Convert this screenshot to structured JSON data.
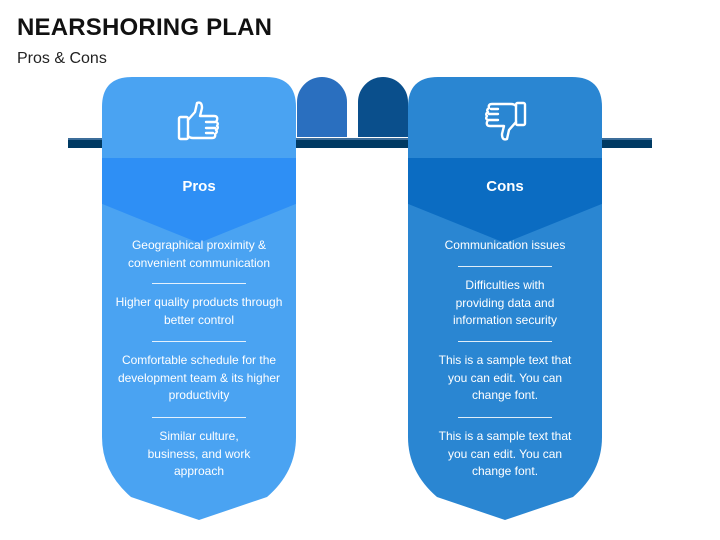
{
  "header": {
    "title": "NEARSHORING PLAN",
    "subtitle": "Pros & Cons"
  },
  "colors": {
    "rod": "#003a63",
    "pros_body": "#4aa3f2",
    "pros_header": "#2e8ff5",
    "pros_fold": "#2a6fbf",
    "cons_body": "#2a86d2",
    "cons_header": "#0b6cc2",
    "cons_fold": "#0a4f8c",
    "text": "#ffffff"
  },
  "pros": {
    "icon": "thumbs-up-icon",
    "label": "Pros",
    "items": [
      "Geographical proximity & convenient communication",
      "Higher quality products through better control",
      "Comfortable schedule for the development team & its higher productivity",
      "Similar culture, business, and work approach"
    ]
  },
  "cons": {
    "icon": "thumbs-down-icon",
    "label": "Cons",
    "items": [
      "Communication issues",
      "Difficulties with providing data and information security",
      "This is a sample text that you can edit. You can change font.",
      "This is a sample text that you can edit. You can change font."
    ]
  }
}
